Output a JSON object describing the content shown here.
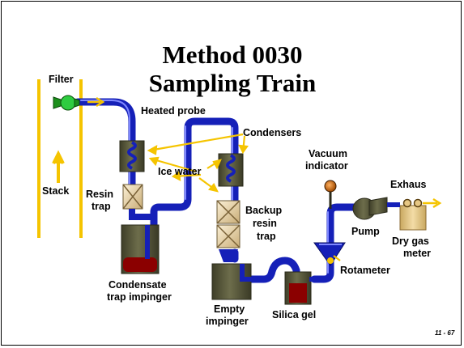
{
  "title": {
    "line1": "Method 0030",
    "line2": "Sampling Train"
  },
  "labels": {
    "filter": "Filter",
    "heated_probe": "Heated probe",
    "stack": "Stack",
    "resin_trap": [
      "Resin",
      "trap"
    ],
    "ice_water": "Ice water",
    "condensers": "Condensers",
    "vacuum_indicator": [
      "Vacuum",
      "indicator"
    ],
    "exhaust": "Exhaus",
    "backup_resin_trap": [
      "Backup",
      "resin",
      "trap"
    ],
    "pump": "Pump",
    "dry_gas_meter": [
      "Dry gas",
      "meter"
    ],
    "rotameter": "Rotameter",
    "condensate_trap_impinger": [
      "Condensate",
      "trap impinger"
    ],
    "empty_impinger": [
      "Empty",
      "impinger"
    ],
    "silica_gel": "Silica gel"
  },
  "slide_number": "11 - 67",
  "colors": {
    "pipe": "#1520b8",
    "pipe_highlight": "#7f88ff",
    "stack_wall": "#f5c400",
    "arrow": "#f5c400",
    "flow_arrow": "#f5c400",
    "vessel": "#5a5a3c",
    "condensate_liquid": "#8b0000",
    "resin": "#e8d7b0",
    "filter": "#22aa22",
    "meter": "#e6c784"
  },
  "icons": [
    "filter-icon",
    "condenser-coil-icon",
    "resin-trap-icon",
    "impinger-icon",
    "pump-icon",
    "vacuum-gauge-icon",
    "dry-gas-meter-icon",
    "rotameter-icon"
  ]
}
